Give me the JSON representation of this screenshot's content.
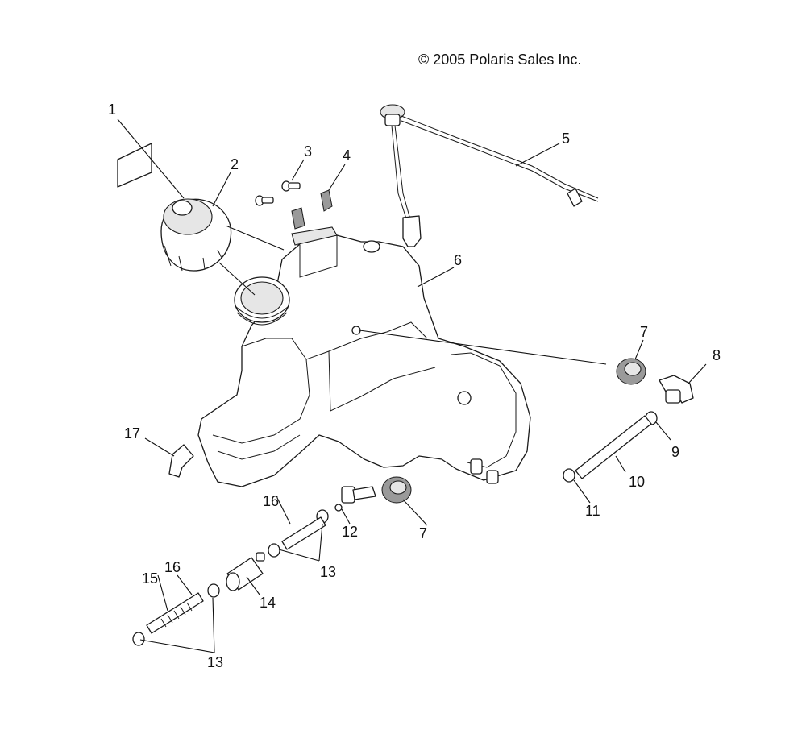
{
  "copyright": "© 2005 Polaris Sales Inc.",
  "callouts": {
    "c1": "1",
    "c2": "2",
    "c3": "3",
    "c4": "4",
    "c5": "5",
    "c6": "6",
    "c7a": "7",
    "c7b": "7",
    "c8": "8",
    "c9": "9",
    "c10": "10",
    "c11": "11",
    "c12": "12",
    "c13a": "13",
    "c13b": "13",
    "c14": "14",
    "c15": "15",
    "c16a": "16",
    "c16b": "16",
    "c17": "17"
  }
}
